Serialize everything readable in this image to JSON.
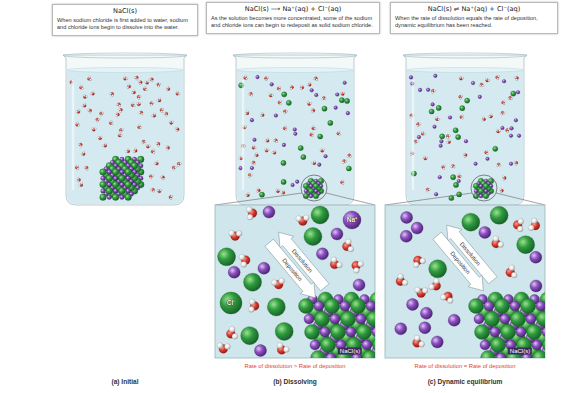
{
  "diagram": {
    "nodes": [
      {
        "text": [
          "NaCl(s)",
          "When sodium chloride is first added to water, sodium and chloride ions begin to dissolve into the water."
        ]
      },
      {
        "text": [
          "NaCl(s) ⟶ Na⁺(aq) + Cl⁻(aq)",
          "As the solution becomes more concentrated, some of the sodium and chloride ions can begin to redeposit as solid sodium chloride."
        ]
      },
      {
        "text": [
          "NaCl(s) ⇌ Na⁺(aq) + Cl⁻(aq)",
          "When the rate of dissolution equals the rate of deposition, dynamic equilibrium has been reached."
        ]
      }
    ],
    "labels": [
      "Na⁺",
      "Cl⁻",
      "Dissolution",
      "Deposition",
      "NaCl(s)",
      "Rate of dissolution > Rate of deposition",
      "(a) Initial",
      "(b) Dissolving",
      "Dissolution",
      "Deposition",
      "NaCl(s)",
      "Rate of dissolution = Rate of deposition",
      "(c) Dynamic equilibrium"
    ]
  }
}
